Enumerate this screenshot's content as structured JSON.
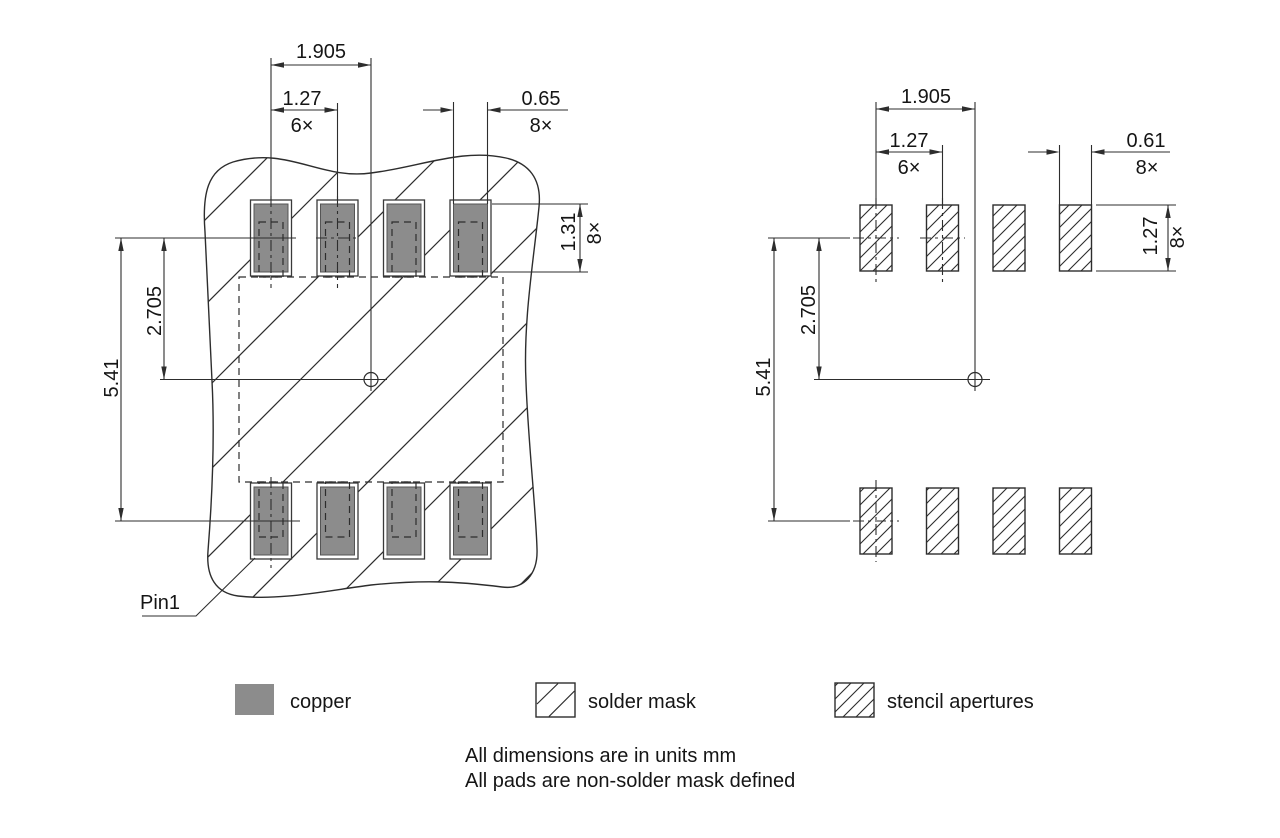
{
  "footprint_view": {
    "dim_pad_center_to_origin": "1.905",
    "dim_pitch": "1.27",
    "dim_pitch_qty": "6×",
    "dim_pad_width": "0.65",
    "dim_pad_width_qty": "8×",
    "dim_pad_height": "1.31",
    "dim_pad_height_qty": "8×",
    "dim_row_span": "5.41",
    "dim_row_half_span": "2.705",
    "pin1_label": "Pin1"
  },
  "stencil_view": {
    "dim_aperture_center_to_origin": "1.905",
    "dim_pitch": "1.27",
    "dim_pitch_qty": "6×",
    "dim_aperture_width": "0.61",
    "dim_aperture_width_qty": "8×",
    "dim_aperture_height": "1.27",
    "dim_aperture_height_qty": "8×",
    "dim_row_span": "5.41",
    "dim_row_half_span": "2.705"
  },
  "legend": {
    "copper_label": "copper",
    "solder_mask_label": "solder mask",
    "stencil_apertures_label": "stencil apertures"
  },
  "notes": {
    "line1": "All dimensions are in units mm",
    "line2": "All pads are non-solder mask defined"
  },
  "colors": {
    "copper": "#8c8c8c",
    "line": "#2d2d2d",
    "background": "#ffffff"
  }
}
